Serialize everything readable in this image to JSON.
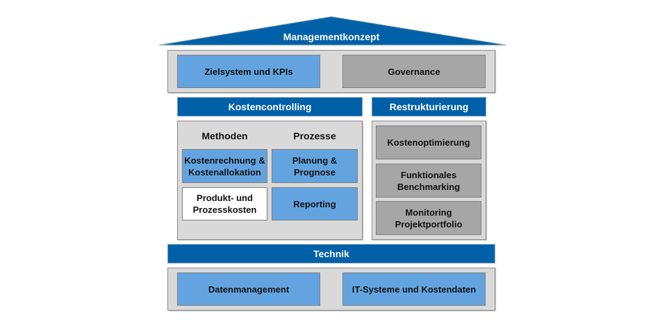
{
  "roof": {
    "label": "Managementkonzept"
  },
  "top": {
    "left": "Zielsystem und KPIs",
    "right": "Governance"
  },
  "kostencontrolling": {
    "title": "Kostencontrolling",
    "col1": "Methoden",
    "col2": "Prozesse",
    "kostenrechnung": "Kostenrechnung & Kostenallokation",
    "produkt": "Produkt- und Prozesskosten",
    "planung": "Planung & Prognose",
    "reporting": "Reporting"
  },
  "restrukturierung": {
    "title": "Restrukturierung",
    "items": [
      "Kostenoptimierung",
      "Funktionales Benchmarking",
      "Monitoring Projektportfolio"
    ]
  },
  "technik": {
    "title": "Technik",
    "left": "Datenmanagement",
    "right": "IT-Systeme und Kostendaten"
  },
  "colors": {
    "dark_blue": "#0060a8",
    "light_blue": "#63a4e0",
    "gray": "#a6a6a6",
    "panel": "#d9d9d9"
  }
}
